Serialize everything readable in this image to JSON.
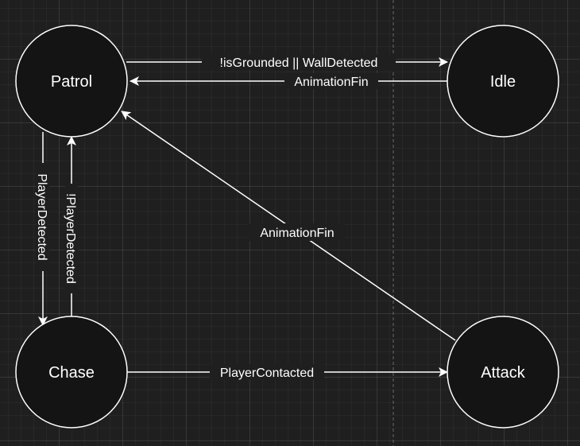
{
  "colors": {
    "background": "#1f1f1f",
    "node_fill": "#141414",
    "stroke": "#ffffff",
    "text": "#ffffff"
  },
  "nodes": {
    "patrol": "Patrol",
    "idle": "Idle",
    "chase": "Chase",
    "attack": "Attack"
  },
  "edges": {
    "patrol_to_idle": "!isGrounded || WallDetected",
    "idle_to_patrol": "AnimationFin",
    "patrol_to_chase": "PlayerDetected",
    "chase_to_patrol": "!PlayerDetected",
    "attack_to_patrol": "AnimationFin",
    "chase_to_attack": "PlayerContacted"
  }
}
